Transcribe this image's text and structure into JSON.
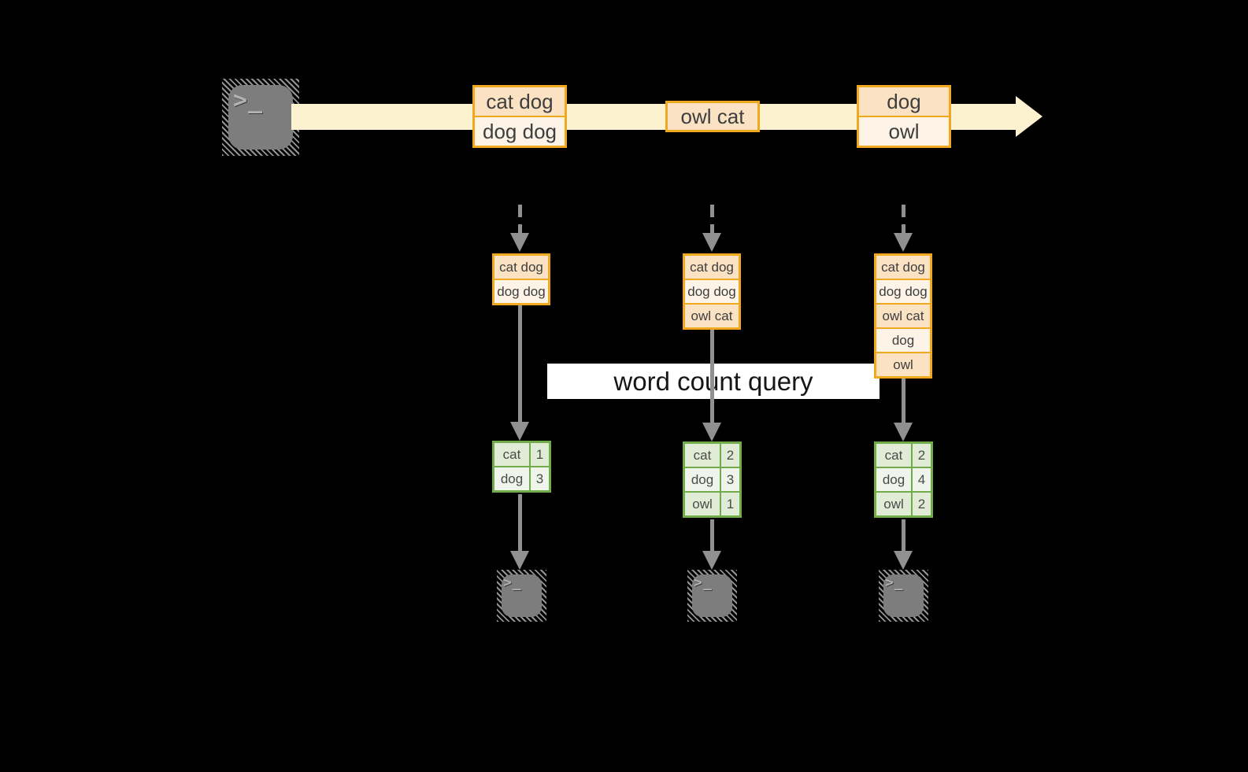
{
  "diagram": {
    "query_label": "word count query",
    "icons": {
      "terminal_glyph": ">_"
    },
    "timeline": {
      "batches": [
        {
          "cells": [
            "cat dog",
            "dog dog"
          ]
        },
        {
          "cells": [
            "owl cat"
          ]
        },
        {
          "cells": [
            "dog",
            "owl"
          ]
        }
      ]
    },
    "columns": [
      {
        "buffer": [
          "cat dog",
          "dog dog"
        ],
        "counts": [
          {
            "word": "cat",
            "count": "1"
          },
          {
            "word": "dog",
            "count": "3"
          }
        ]
      },
      {
        "buffer": [
          "cat dog",
          "dog dog",
          "owl cat"
        ],
        "counts": [
          {
            "word": "cat",
            "count": "2"
          },
          {
            "word": "dog",
            "count": "3"
          },
          {
            "word": "owl",
            "count": "1"
          }
        ]
      },
      {
        "buffer": [
          "cat dog",
          "dog dog",
          "owl cat",
          "dog",
          "owl"
        ],
        "counts": [
          {
            "word": "cat",
            "count": "2"
          },
          {
            "word": "dog",
            "count": "4"
          },
          {
            "word": "owl",
            "count": "2"
          }
        ]
      }
    ],
    "colors": {
      "band": "#fdf2cf",
      "box-border": "#f0a81f",
      "cell-dark": "#fae2c3",
      "cell-light": "#fdf3e6",
      "table-border": "#72ab49",
      "tcell-dark": "#e1ecd6",
      "tcell-light": "#eff5ea",
      "arrow": "#909090",
      "terminal": "#7d7d7d"
    }
  }
}
